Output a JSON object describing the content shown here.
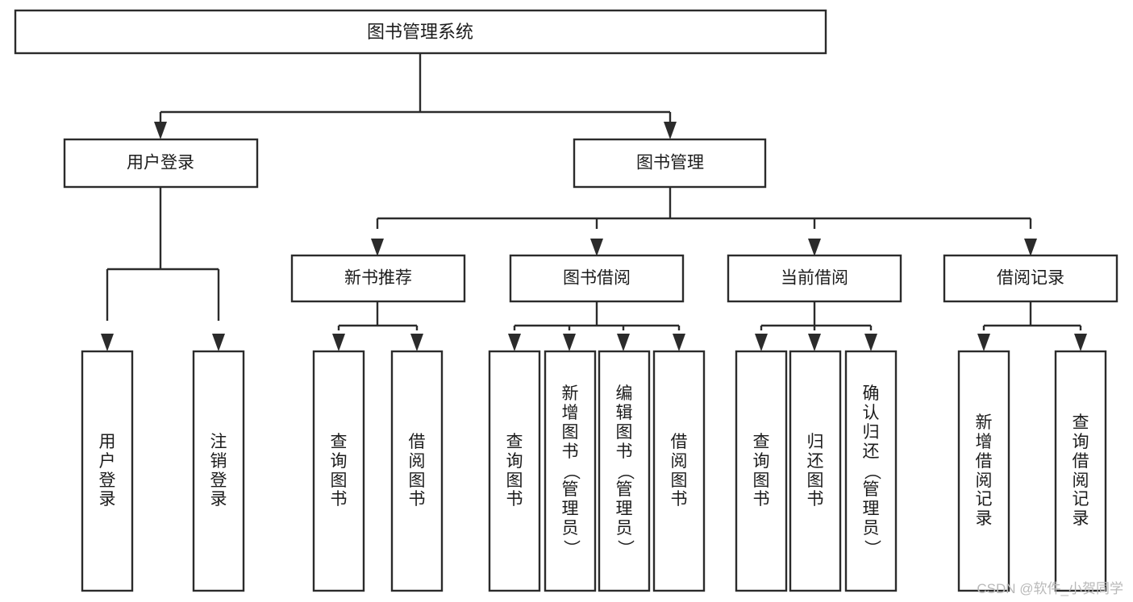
{
  "diagram": {
    "title": "图书管理系统",
    "type": "tree",
    "watermark": "CSDN @软件_小贺同学",
    "colors": {
      "stroke": "#2b2b2b",
      "fill": "#ffffff",
      "text": "#1c1c1c",
      "watermark": "#b9b9b9",
      "background": "#ffffff"
    },
    "nodes": {
      "root": {
        "label": "图书管理系统"
      },
      "level1": [
        {
          "id": "user-login",
          "label": "用户登录"
        },
        {
          "id": "book-management",
          "label": "图书管理"
        }
      ],
      "level2": [
        {
          "id": "new-book-recommend",
          "label": "新书推荐"
        },
        {
          "id": "book-borrow",
          "label": "图书借阅"
        },
        {
          "id": "current-borrow",
          "label": "当前借阅"
        },
        {
          "id": "borrow-record",
          "label": "借阅记录"
        }
      ],
      "leaves": {
        "user-login": [
          {
            "id": "leaf-user-login",
            "label": "用户登录"
          },
          {
            "id": "leaf-logout-login",
            "label": "注销登录"
          }
        ],
        "new-book-recommend": [
          {
            "id": "leaf-query-book-1",
            "label": "查询图书"
          },
          {
            "id": "leaf-borrow-book-1",
            "label": "借阅图书"
          }
        ],
        "book-borrow": [
          {
            "id": "leaf-query-book-2",
            "label": "查询图书"
          },
          {
            "id": "leaf-add-book-admin",
            "label": "新增图书（管理员）"
          },
          {
            "id": "leaf-edit-book-admin",
            "label": "编辑图书（管理员）"
          },
          {
            "id": "leaf-borrow-book-2",
            "label": "借阅图书"
          }
        ],
        "current-borrow": [
          {
            "id": "leaf-query-book-3",
            "label": "查询图书"
          },
          {
            "id": "leaf-return-book",
            "label": "归还图书"
          },
          {
            "id": "leaf-confirm-return-admin",
            "label": "确认归还（管理员）"
          }
        ],
        "borrow-record": [
          {
            "id": "leaf-add-borrow-record",
            "label": "新增借阅记录"
          },
          {
            "id": "leaf-query-borrow-record",
            "label": "查询借阅记录"
          }
        ]
      }
    }
  }
}
